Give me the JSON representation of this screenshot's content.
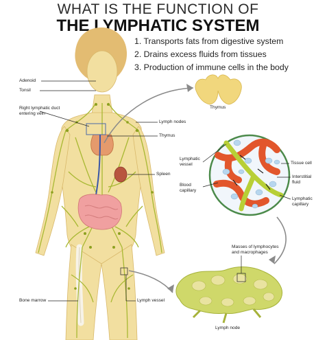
{
  "title": {
    "line1": "WHAT IS THE FUNCTION OF",
    "line2": "THE LYMPHATIC SYSTEM"
  },
  "functions": [
    "1. Transports fats from digestive system",
    "2. Drains excess fluids from tissues",
    "3. Production of immune cells in the body"
  ],
  "labels": {
    "adenoid": "Adenoid",
    "tonsil": "Tonsil",
    "right_duct_1": "Right lymphatic duct",
    "right_duct_2": "entering vein",
    "lymph_nodes": "Lymph nodes",
    "thymus_body": "Thymus",
    "thymus_inset": "Thymus",
    "spleen": "Spleen",
    "lymphatic_vessel_1": "Lymphatic",
    "lymphatic_vessel_2": "vessel",
    "blood_capillary_1": "Blood",
    "blood_capillary_2": "capillary",
    "tissue_cell": "Tissue cell",
    "interstitial_1": "Interstitial",
    "interstitial_2": "fluid",
    "lymphatic_capillary_1": "Lymphatic",
    "lymphatic_capillary_2": "capillary",
    "masses_1": "Masses of lymphocytes",
    "masses_2": "and macrophages",
    "bone_marrow": "Bone marrow",
    "lymph_vessel": "Lymph vessel",
    "lymph_node": "Lymph node"
  },
  "colors": {
    "skin": "#f2dfa0",
    "skin_edge": "#d8b86a",
    "hair": "#e3bc72",
    "lymph": "#a8b832",
    "thymus": "#f1d77d",
    "blood": "#e2562c",
    "intestine": "#f0a0a0",
    "node": "#cfd86a"
  }
}
